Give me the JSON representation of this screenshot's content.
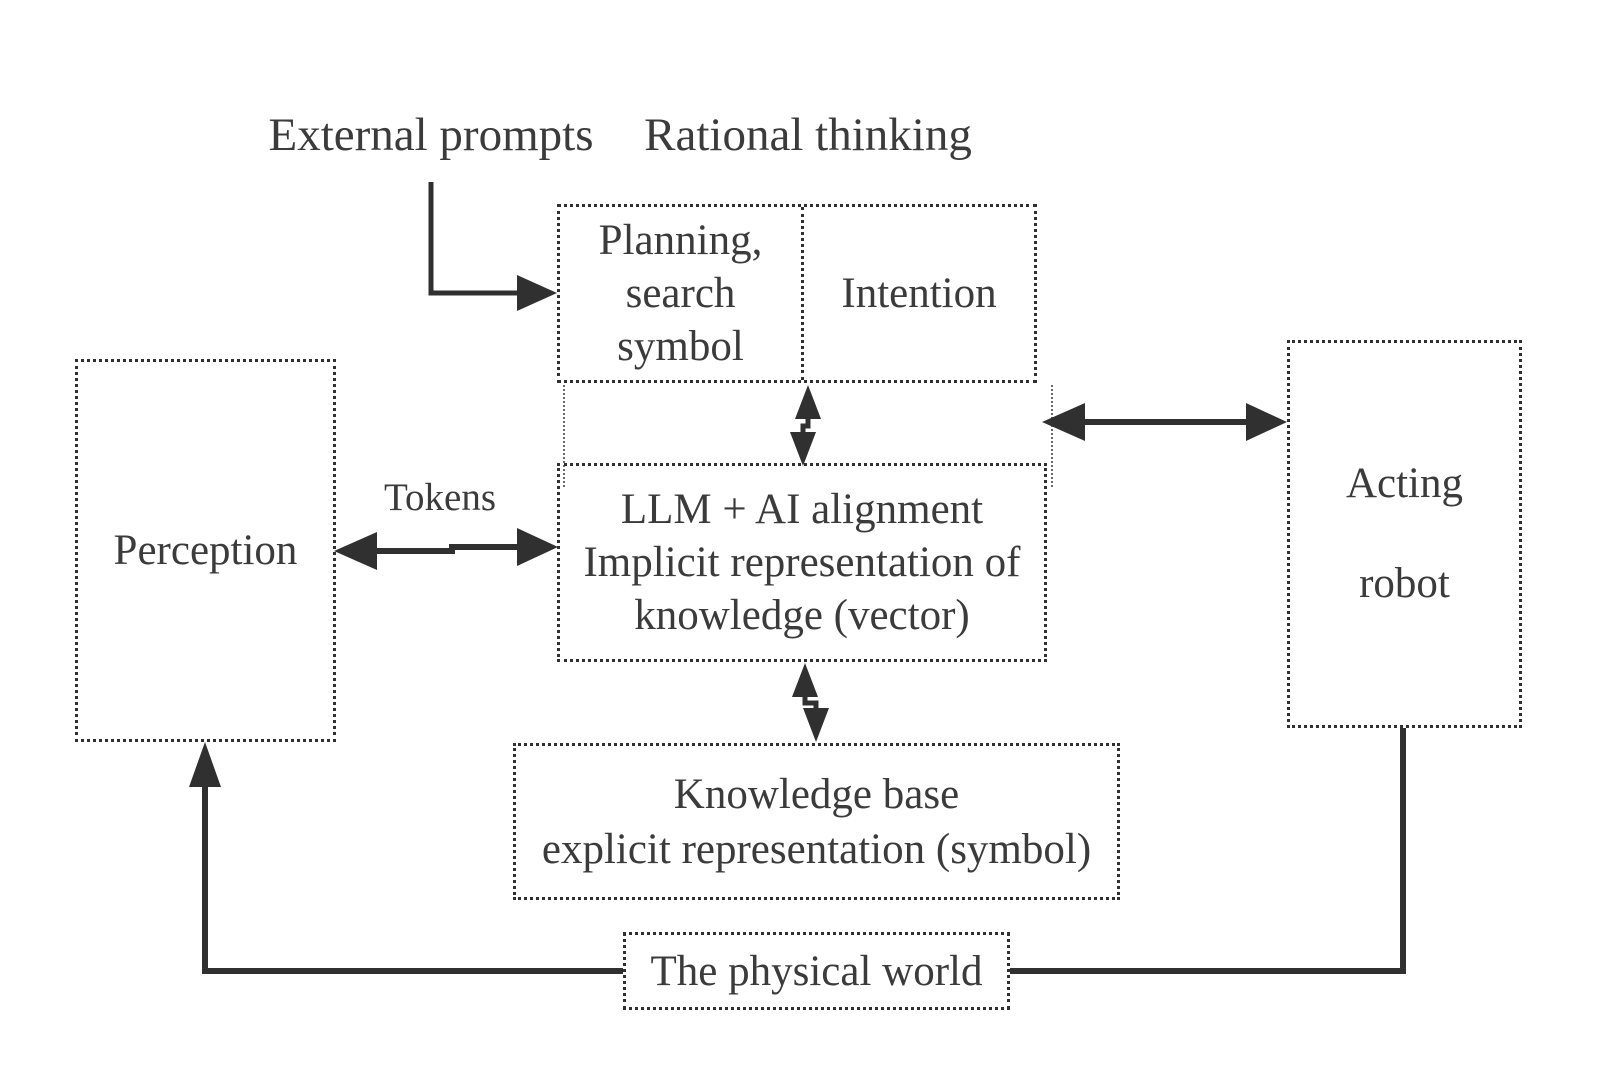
{
  "diagram": {
    "top_labels": {
      "external_prompts": "External prompts",
      "rational_thinking": "Rational thinking"
    },
    "edge_labels": {
      "tokens": "Tokens"
    },
    "boxes": {
      "planning": {
        "lines": [
          "Planning,",
          "search",
          "symbol"
        ]
      },
      "intention": {
        "label": "Intention"
      },
      "llm": {
        "lines": [
          "LLM + AI alignment",
          "Implicit representation of",
          "knowledge (vector)"
        ]
      },
      "perception": {
        "label": "Perception"
      },
      "acting_robot": {
        "lines": [
          "Acting",
          "robot"
        ]
      },
      "knowledge_base": {
        "lines": [
          "Knowledge base",
          "explicit representation (symbol)"
        ]
      },
      "physical_world": {
        "label": "The physical world"
      }
    },
    "colors": {
      "line": "#303030",
      "text": "#3b3b3b",
      "background": "#ffffff"
    }
  }
}
